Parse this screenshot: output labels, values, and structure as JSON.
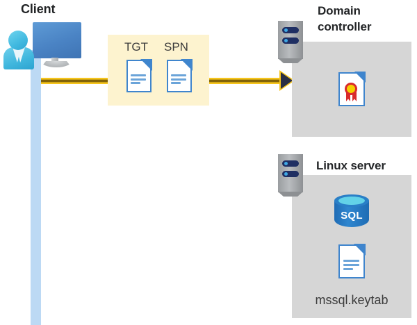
{
  "diagram": {
    "title_client": "Client",
    "title_domain_controller": "Domain\ncontroller",
    "title_domain_controller_line1": "Domain",
    "title_domain_controller_line2": "controller",
    "title_linux_server": "Linux server"
  },
  "ticket_box": {
    "items": [
      {
        "label": "TGT",
        "icon": "document-icon"
      },
      {
        "label": "SPN",
        "icon": "document-icon"
      }
    ]
  },
  "domain_controller": {
    "server_icon": "server-rack-icon",
    "contents": [
      {
        "icon": "certificate-document-icon",
        "label": ""
      }
    ]
  },
  "linux_server": {
    "server_icon": "server-rack-icon",
    "contents": [
      {
        "icon": "sql-database-icon",
        "label": "SQL"
      },
      {
        "icon": "document-icon",
        "label": "mssql.keytab"
      }
    ],
    "sql_label": "SQL",
    "keytab_label": "mssql.keytab"
  },
  "flow": {
    "arrow_icon": "arrow-right-icon",
    "direction": "client-to-domain-controller"
  },
  "client": {
    "icon": "user-with-monitor-icon",
    "lifeline_icon": "vertical-lifeline"
  },
  "colors": {
    "ticket_box_bg": "#fdf3cf",
    "panel_bg": "#d6d6d6",
    "arrow_yellow": "#f6c51d",
    "arrow_core": "#7d5f06",
    "arrowhead_fill": "#2a2f45",
    "lifeline_blue": "#bcd9f4",
    "doc_blue": "#3f85cd",
    "sql_blue": "#2a7fc7",
    "seal_red": "#d92b2b",
    "seal_yellow": "#f6d000",
    "title_text": "#222426",
    "body_text": "#3b3b3b"
  }
}
